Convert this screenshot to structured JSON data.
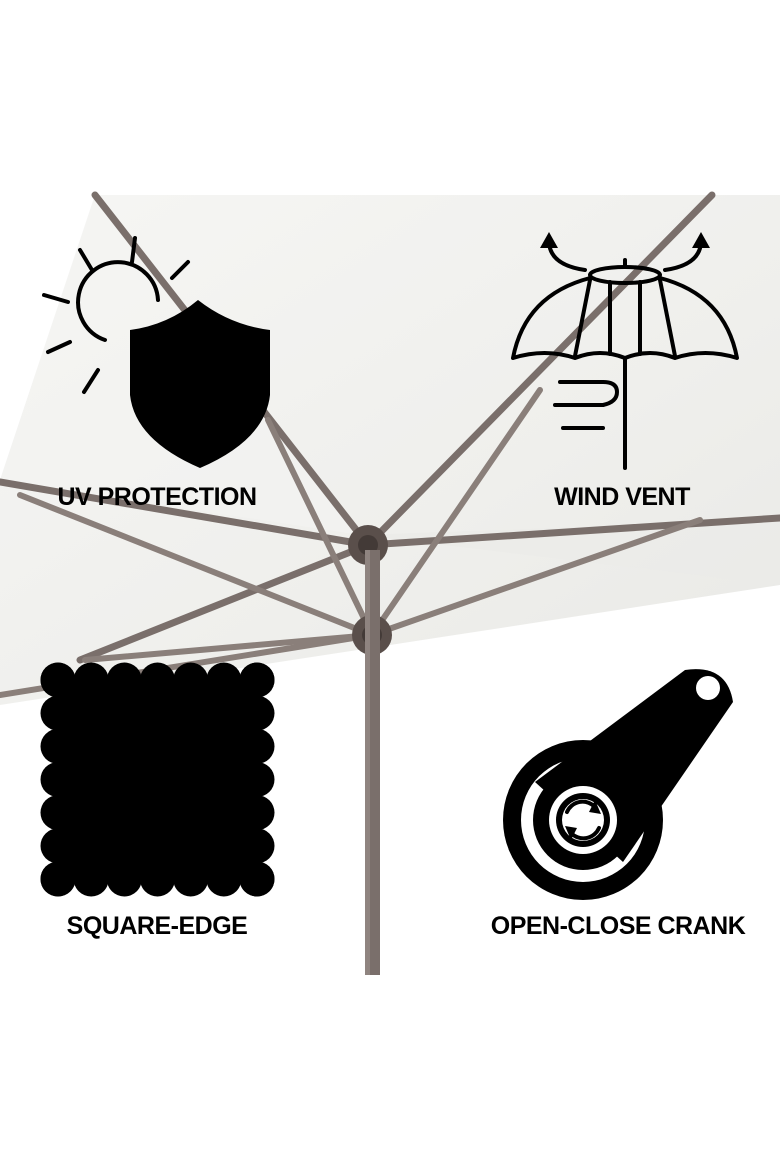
{
  "features": {
    "uv": {
      "label": "UV PROTECTION"
    },
    "wind": {
      "label": "WIND VENT"
    },
    "edge": {
      "label": "SQUARE-EDGE"
    },
    "crank": {
      "label": "OPEN-CLOSE CRANK"
    }
  },
  "colors": {
    "canopy": "#f1f1ef",
    "frame": "#7a6f6b",
    "icon": "#000000"
  }
}
